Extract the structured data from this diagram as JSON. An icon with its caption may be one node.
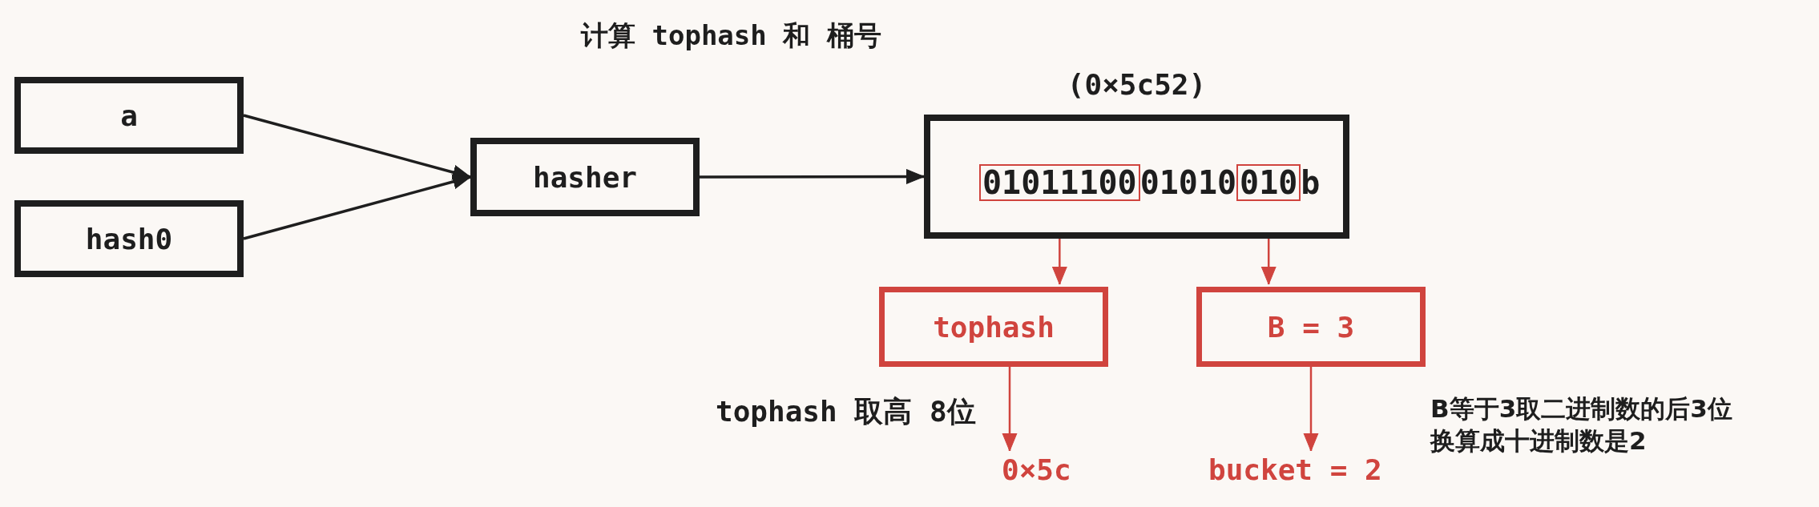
{
  "diagram": {
    "title": "计算 tophash 和 桶号",
    "nodes": [
      {
        "text": [
          "a"
        ]
      },
      {
        "text": [
          "hash0"
        ]
      },
      {
        "text": [
          "hasher"
        ]
      },
      {
        "text": [
          "(0×5c52)",
          "01010",
          "b"
        ]
      },
      {
        "text": [
          "01011100"
        ],
        "in": 3
      },
      {
        "text": [
          "010"
        ],
        "in": 3
      },
      {
        "text": [
          "tophash"
        ],
        "beside": [
          "tophash 取高 8位"
        ]
      },
      {
        "text": [
          "B = 3"
        ]
      },
      {
        "text": [
          "0×5c"
        ]
      },
      {
        "text": [
          "bucket = 2"
        ]
      }
    ],
    "edges": [
      {
        "from": 0,
        "to": 2,
        "arrow": "to",
        "color": "#1e1e1e"
      },
      {
        "from": 1,
        "to": 2,
        "arrow": "to",
        "color": "#1e1e1e"
      },
      {
        "from": 2,
        "to": 3,
        "arrow": "to",
        "color": "#1e1e1e"
      },
      {
        "from": 4,
        "to": 6,
        "arrow": "to",
        "color": "#d0443e"
      },
      {
        "from": 5,
        "to": 7,
        "arrow": "to",
        "color": "#d0443e"
      },
      {
        "from": 6,
        "to": 8,
        "arrow": "to",
        "color": "#d0443e"
      },
      {
        "from": 7,
        "to": 9,
        "arrow": "to",
        "color": "#d0443e"
      }
    ],
    "labels": [
      "B等于3取二进制数的后3位换算成十进制数是2"
    ]
  }
}
